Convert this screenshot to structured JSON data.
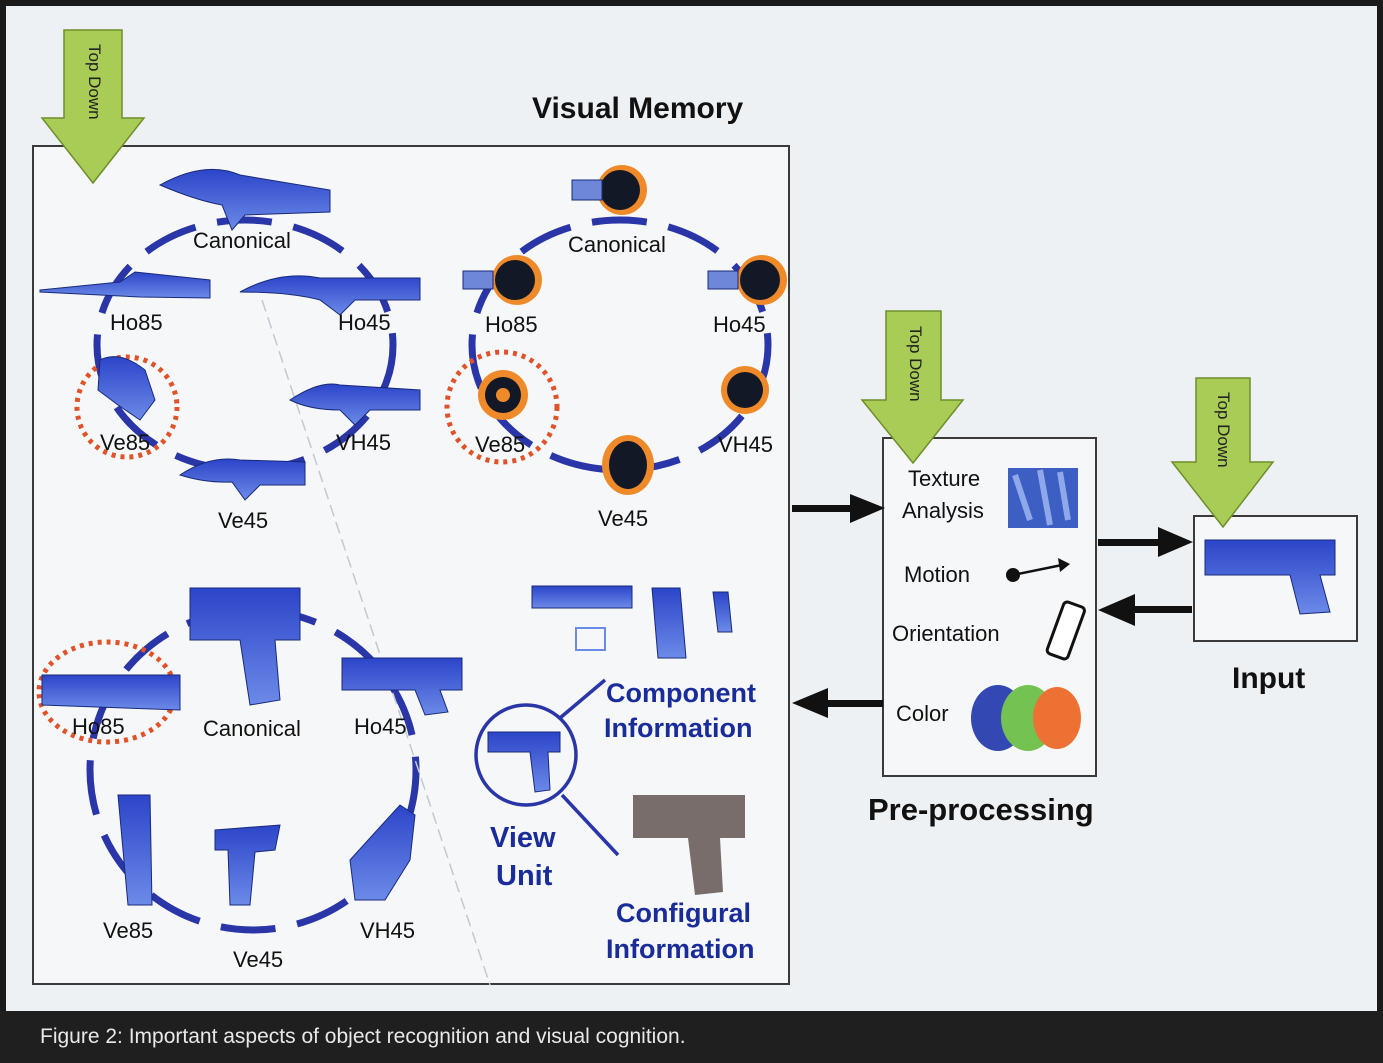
{
  "caption": "Figure 2: Important aspects of object recognition and visual cognition.",
  "top_down": "Top Down",
  "visual_memory": {
    "title": "Visual Memory",
    "knife": {
      "canonical": "Canonical",
      "ho85": "Ho85",
      "ho45": "Ho45",
      "ve85": "Ve85",
      "vh45": "VH45",
      "ve45": "Ve45"
    },
    "grenade": {
      "canonical": "Canonical",
      "ho85": "Ho85",
      "ho45": "Ho45",
      "ve85": "Ve85",
      "vh45": "VH45",
      "ve45": "Ve45"
    },
    "gun": {
      "canonical": "Canonical",
      "ho85": "Ho85",
      "ho45": "Ho45",
      "ve85": "Ve85",
      "ve45": "Ve45",
      "vh45": "VH45"
    },
    "component_1": "Component",
    "component_2": "Information",
    "view_1": "View",
    "view_2": "Unit",
    "configural_1": "Configural",
    "configural_2": "Information"
  },
  "preprocessing": {
    "title": "Pre-processing",
    "texture_1": "Texture",
    "texture_2": "Analysis",
    "motion": "Motion",
    "orientation": "Orientation",
    "color": "Color"
  },
  "input": {
    "title": "Input"
  },
  "colors": {
    "arrow_green": "#a8cc55",
    "ring_blue": "#2a36a8",
    "dot_red": "#e0522a",
    "color_blue": "#2a3fb0",
    "color_green": "#6cc04a",
    "color_orange": "#ee6a2a"
  }
}
